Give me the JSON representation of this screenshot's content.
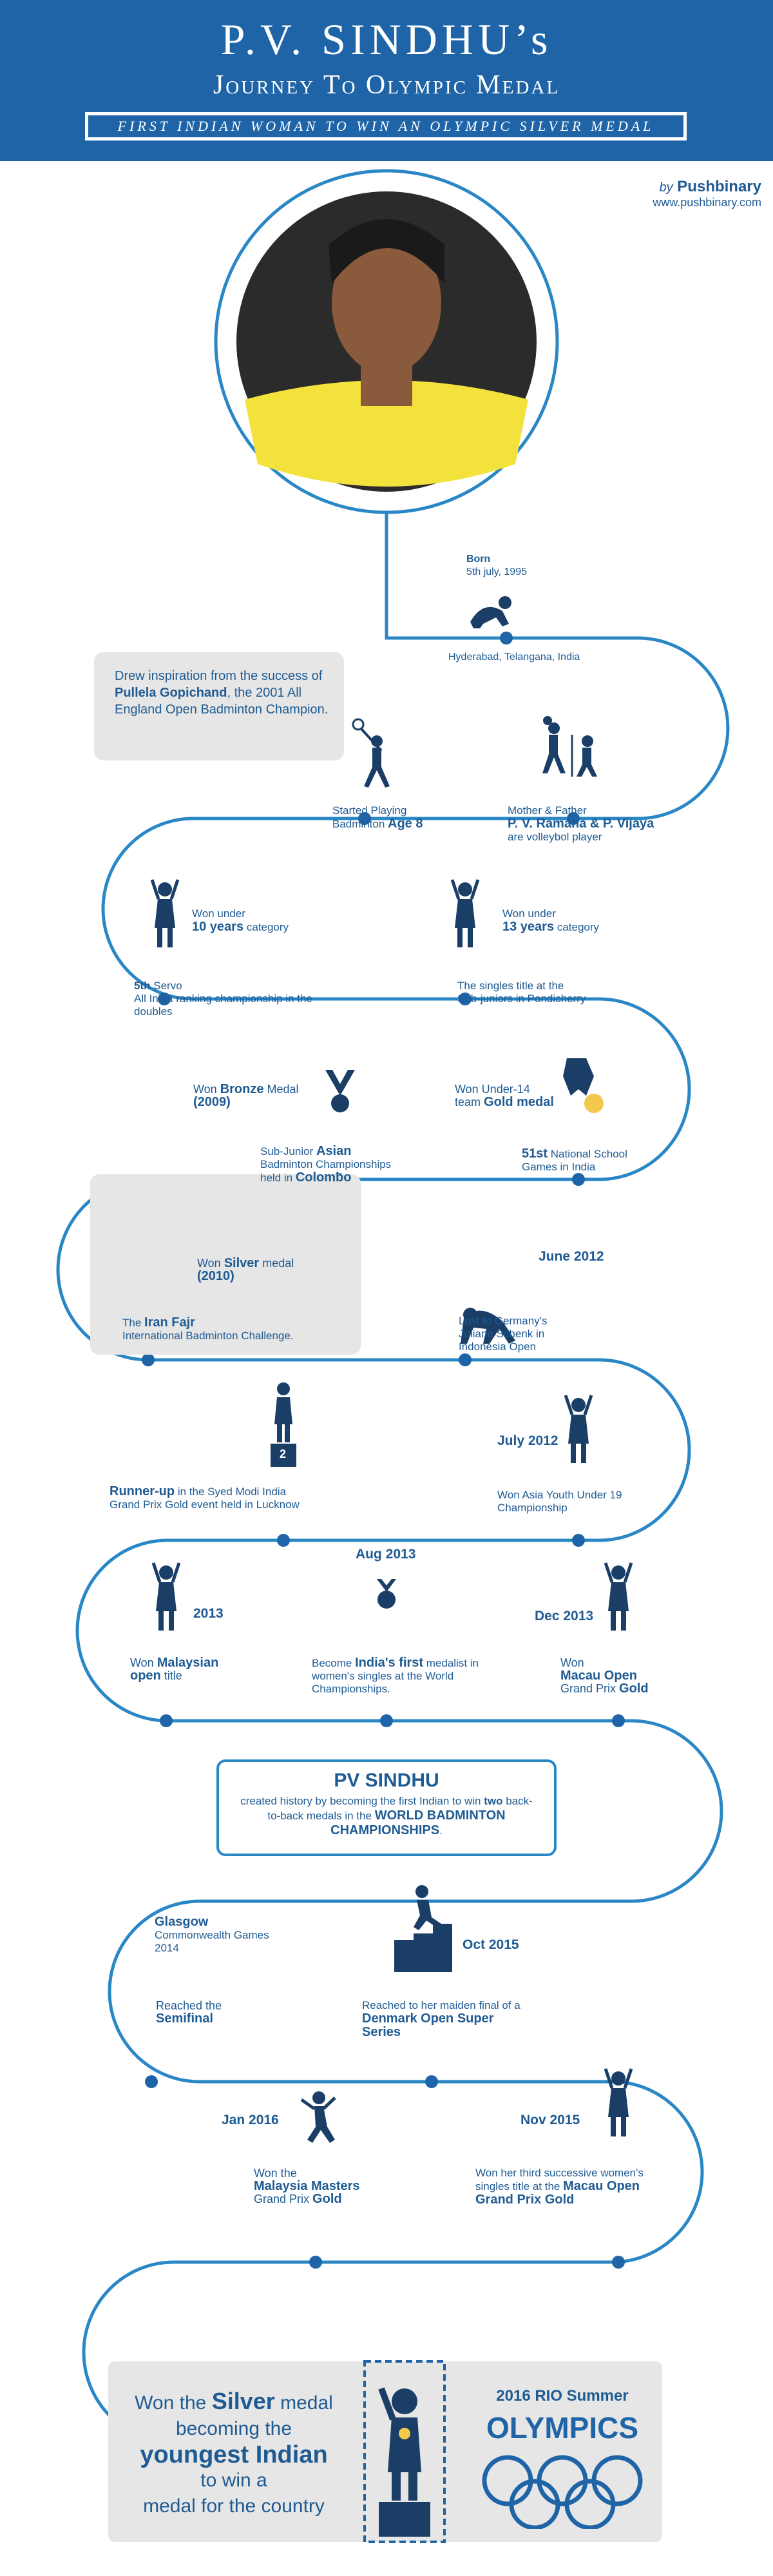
{
  "header": {
    "title": "P.V. SINDHU’s",
    "subtitle": "Journey To Olympic Medal",
    "banner": "FIRST INDIAN WOMAN TO WIN AN OLYMPIC SILVER MEDAL"
  },
  "brand": {
    "by": "by",
    "name": "Pushbinary",
    "url": "www.pushbinary.com"
  },
  "events": {
    "born_title": "Born",
    "born_date": "5th july, 1995",
    "born_place": "Hyderabad, Telangana, India",
    "inspiration_1": "Drew inspiration from the success of",
    "inspiration_name": "Pullela Gopichand",
    "inspiration_2": ", the 2001 All England Open Badminton Champion.",
    "started_1": "Started Playing",
    "started_2": "Badminton",
    "started_age": "Age 8",
    "parents_1": "Mother & Father",
    "parents_names": "P. V. Ramana & P. Vijaya",
    "parents_2": "are volleybol player",
    "u10_1": "Won under",
    "u10_2": "10 years",
    "u10_3": "category",
    "u13_1": "Won under",
    "u13_2": "13 years",
    "u13_3": "category",
    "servo_1": "5th",
    "servo_2": "Servo",
    "servo_3": "All India ranking championship in the doubles",
    "subjunior_1": "The singles title at the Sub-juniors in Pondicherry",
    "bronze_1": "Won",
    "bronze_2": "Bronze",
    "bronze_3": "Medal",
    "bronze_year": "(2009)",
    "u14_1": "Won Under-14",
    "u14_2": "team",
    "u14_3": "Gold medal",
    "asian_1": "Sub-Junior",
    "asian_2": "Asian",
    "asian_3": "Badminton Championships",
    "asian_4": "held in",
    "asian_5": "Colombo",
    "national_1": "51st",
    "national_2": "National School Games in India",
    "silver_1": "Won",
    "silver_2": "Silver",
    "silver_3": "medal",
    "silver_year": "(2010)",
    "iran_1": "The",
    "iran_2": "Iran Fajr",
    "iran_3": "International Badminton Challenge.",
    "june2012": "June 2012",
    "lost_1": "Lost to Germany's Juliane Schenk in Indonesia Open",
    "july2012": "July 2012",
    "runner_1": "Runner-up",
    "runner_2": "in the Syed Modi India Grand Prix Gold event held in Lucknow",
    "podium_num": "2",
    "asia_youth": "Won Asia Youth Under 19 Championship",
    "aug2013": "Aug 2013",
    "y2013": "2013",
    "dec2013": "Dec 2013",
    "malaysian_1": "Won",
    "malaysian_2": "Malaysian",
    "malaysian_3": "open",
    "malaysian_4": "title",
    "first_1": "Become",
    "first_2": "India's first",
    "first_3": "medalist in women's singles at the World Championships.",
    "macau_1": "Won",
    "macau_2": "Macau Open",
    "macau_3": "Grand Prix",
    "macau_4": "Gold",
    "history_title": "PV SINDHU",
    "history_1": "created history by becoming the first Indian to win",
    "history_2": "two",
    "history_3": "back-to-back medals in the",
    "history_4": "WORLD BADMINTON CHAMPIONSHIPS",
    "history_5": ".",
    "glasgow_1": "Glasgow",
    "glasgow_2": "Commonwealth Games  2014",
    "oct2015": "Oct 2015",
    "semi_1": "Reached the",
    "semi_2": "Semifinal",
    "denmark_1": "Reached to her maiden final of a",
    "denmark_2": "Denmark Open Super Series",
    "jan2016": "Jan 2016",
    "nov2015": "Nov 2015",
    "masters_1": "Won the",
    "masters_2": "Malaysia Masters",
    "masters_3": "Grand Prix",
    "masters_4": "Gold",
    "third_1": "Won her third successive women's singles title at the",
    "third_2": "Macau Open Grand Prix Gold"
  },
  "final": {
    "line1_a": "Won the",
    "line1_b": "Silver",
    "line1_c": "medal",
    "line2": "becoming the",
    "line3": "youngest Indian",
    "line4": "to win a",
    "line5": "medal for the country",
    "rio": "2016 RIO Summer",
    "olympics": "OLYMPICS"
  },
  "colors": {
    "brand_blue": "#1e64a7",
    "text_blue": "#1f5b93",
    "path_blue": "#2a87c6",
    "icon_dark": "#1a3e66",
    "panel_grey": "#e6e6e6",
    "gold": "#f2c94c",
    "silver": "#aaaaaa",
    "photo_yellow": "#f2e23b"
  }
}
